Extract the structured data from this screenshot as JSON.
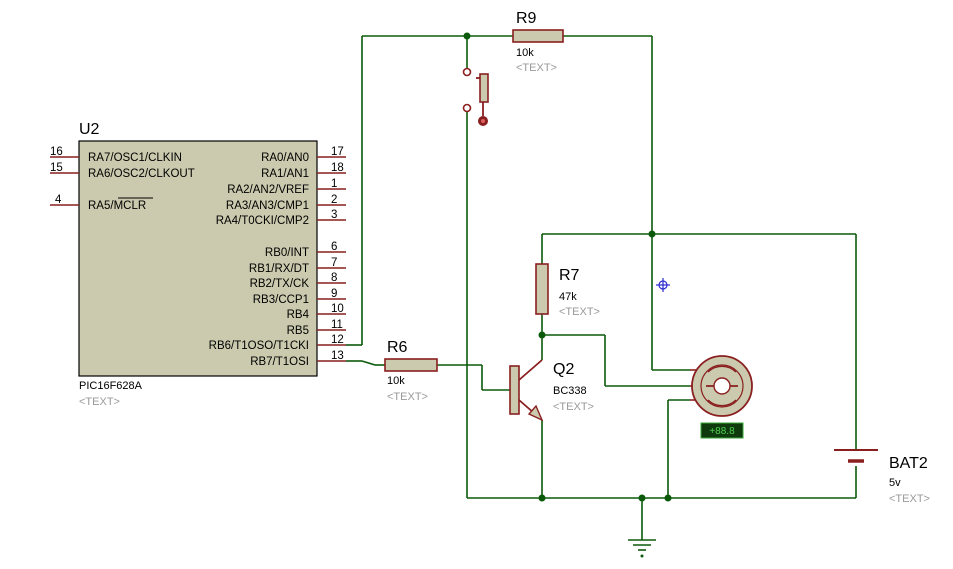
{
  "u2": {
    "ref": "U2",
    "value": "PIC16F628A",
    "text": "<TEXT>",
    "left_pins": [
      {
        "num": "16",
        "name": "RA7/OSC1/CLKIN"
      },
      {
        "num": "15",
        "name": "RA6/OSC2/CLKOUT"
      },
      {
        "num": "4",
        "name": "RA5/MCLR"
      }
    ],
    "right_pins": [
      {
        "num": "17",
        "name": "RA0/AN0"
      },
      {
        "num": "18",
        "name": "RA1/AN1"
      },
      {
        "num": "1",
        "name": "RA2/AN2/VREF"
      },
      {
        "num": "2",
        "name": "RA3/AN3/CMP1"
      },
      {
        "num": "3",
        "name": "RA4/T0CKI/CMP2"
      },
      {
        "num": "6",
        "name": "RB0/INT"
      },
      {
        "num": "7",
        "name": "RB1/RX/DT"
      },
      {
        "num": "8",
        "name": "RB2/TX/CK"
      },
      {
        "num": "9",
        "name": "RB3/CCP1"
      },
      {
        "num": "10",
        "name": "RB4"
      },
      {
        "num": "11",
        "name": "RB5"
      },
      {
        "num": "12",
        "name": "RB6/T1OSO/T1CKI"
      },
      {
        "num": "13",
        "name": "RB7/T1OSI"
      }
    ]
  },
  "r9": {
    "ref": "R9",
    "value": "10k",
    "text": "<TEXT>"
  },
  "r7": {
    "ref": "R7",
    "value": "47k",
    "text": "<TEXT>"
  },
  "r6": {
    "ref": "R6",
    "value": "10k",
    "text": "<TEXT>"
  },
  "q2": {
    "ref": "Q2",
    "value": "BC338",
    "text": "<TEXT>"
  },
  "bat2": {
    "ref": "BAT2",
    "value": "5v",
    "text": "<TEXT>"
  },
  "motor": {
    "readout": "+88.8"
  },
  "colors": {
    "wire": "#0b5a0b",
    "part": "#8a1f1f",
    "ic_body": "#cbcaae",
    "placeholder": "#9a9a9a"
  }
}
